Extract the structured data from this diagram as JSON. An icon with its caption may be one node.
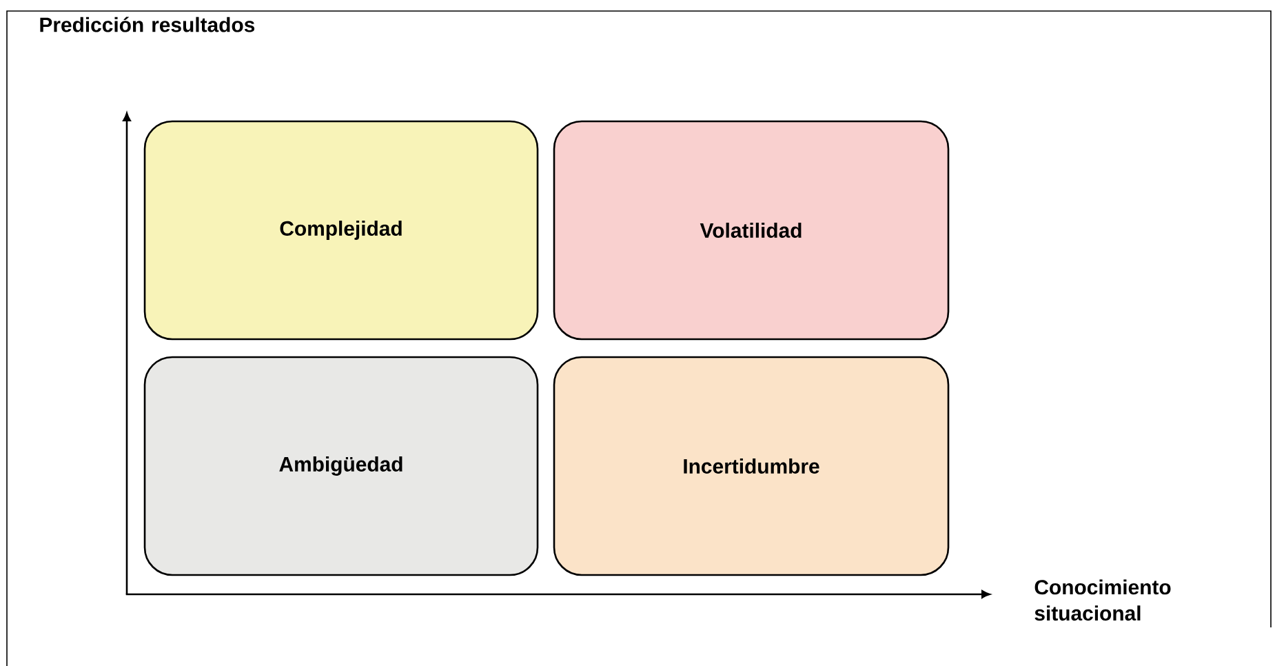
{
  "diagram": {
    "nodes": [
      {
        "text": [
          "Complejidad"
        ]
      },
      {
        "text": [
          "Volatilidad"
        ]
      },
      {
        "text": [
          "Ambigüedad"
        ]
      },
      {
        "text": [
          "Incertidumbre"
        ]
      }
    ],
    "labels": [
      "Predicción resultados",
      "Conocimiento situacional"
    ]
  }
}
